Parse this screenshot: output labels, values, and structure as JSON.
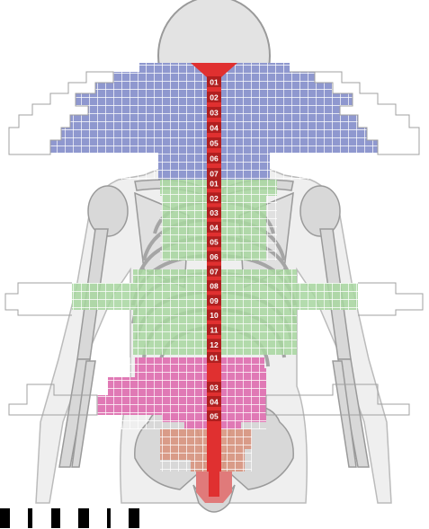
{
  "colors": {
    "cervical": "#8f98cf",
    "thoracic": "#a8d7a0",
    "lumbar": "#e079b5",
    "sacral": "#d99580",
    "spine_bar": "#e03030",
    "spine_bar_dark": "#b01f1f",
    "bone_fill": "#d8d8d8",
    "bone_stroke": "#999999",
    "body_fill": "#eeeeee"
  },
  "spine": {
    "cervical": [
      "01",
      "02",
      "03",
      "04",
      "05",
      "06",
      "07"
    ],
    "thoracic": [
      "01",
      "02",
      "03",
      "04",
      "05",
      "06",
      "07",
      "08",
      "09",
      "10",
      "11",
      "12"
    ],
    "lumbar": [
      "01",
      "03",
      "04",
      "05"
    ]
  }
}
